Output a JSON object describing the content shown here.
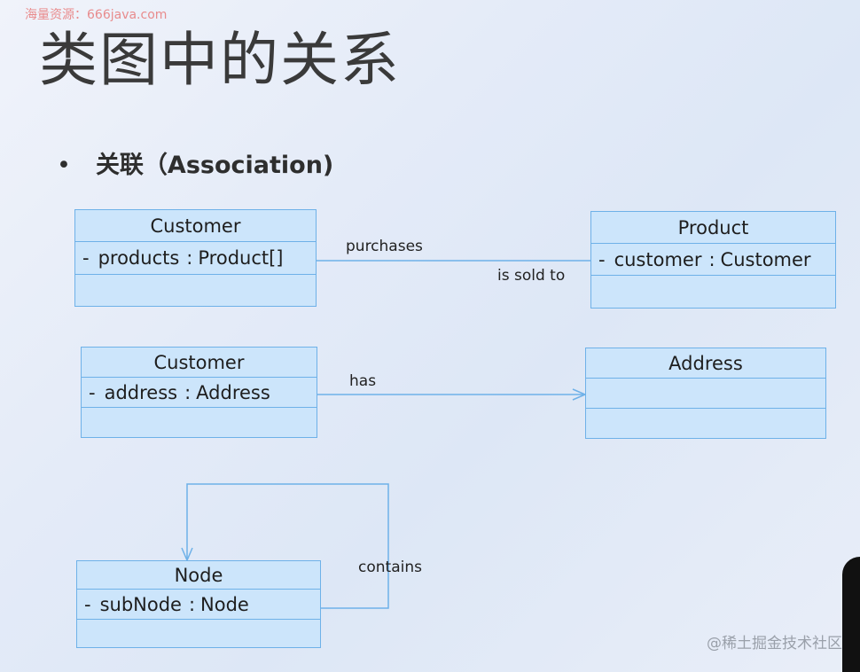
{
  "watermark_top": "海量资源：666java.com",
  "title": "类图中的关系",
  "bullet": {
    "marker": "•",
    "text": "关联（Association)"
  },
  "classes": {
    "customer1": {
      "name": "Customer",
      "attribute": {
        "visibility": "-",
        "name": "products",
        "type": "Product[]"
      }
    },
    "product": {
      "name": "Product",
      "attribute": {
        "visibility": "-",
        "name": "customer",
        "type": "Customer"
      }
    },
    "customer2": {
      "name": "Customer",
      "attribute": {
        "visibility": "-",
        "name": "address",
        "type": "Address"
      }
    },
    "address": {
      "name": "Address"
    },
    "node": {
      "name": "Node",
      "attribute": {
        "visibility": "-",
        "name": "subNode",
        "type": "Node"
      }
    }
  },
  "associations": {
    "purchases": "purchases",
    "is_sold_to": "is sold to",
    "has": "has",
    "contains": "contains"
  },
  "colors": {
    "class_fill": "#cce5fb",
    "class_border": "#6eb1e8",
    "line": "#6eb1e8"
  },
  "watermark_bottom": "@稀土掘金技术社区"
}
